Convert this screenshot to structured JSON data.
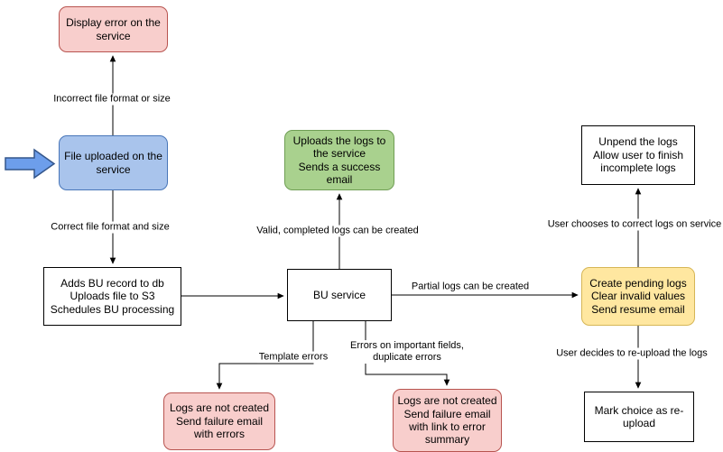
{
  "colors": {
    "pink_fill": "#f8cecc",
    "pink_border": "#b85450",
    "blue_fill": "#a9c4ec",
    "blue_border": "#4876b8",
    "green_fill": "#a9d18e",
    "green_border": "#6f9e54",
    "yellow_fill": "#ffe7a0",
    "yellow_border": "#d6b656",
    "white_fill": "#ffffff",
    "node_border_dark": "#000000",
    "arrow_color": "#000000",
    "pointer_fill": "#6d9eeb",
    "pointer_border": "#34568b",
    "text_color": "#000000"
  },
  "nodes": {
    "display_error": "Display error on the service",
    "file_uploaded": "File uploaded on the service",
    "adds_bu_record": "Adds BU record to db\nUploads file to S3\nSchedules BU processing",
    "bu_service": "BU service",
    "uploads_logs": "Uploads the logs to the service\nSends a success email",
    "unpend_logs": "Unpend the logs\nAllow user to finish incomplete logs",
    "create_pending": "Create pending logs\nClear invalid values\nSend resume email",
    "logs_not_created_template": "Logs are not created\nSend failure email with errors",
    "logs_not_created_fields": "Logs are not created\nSend failure email with link to error summary",
    "mark_reupload": "Mark choice as re-upload"
  },
  "edge_labels": {
    "incorrect_format": "Incorrect file format or size",
    "correct_format": "Correct file format and size",
    "valid_logs": "Valid, completed logs can be created",
    "partial_logs": "Partial logs can be created",
    "template_errors": "Template errors",
    "field_errors": "Errors on important fields,\nduplicate errors",
    "correct_on_service": "User chooses to correct logs on service",
    "reupload_decision": "User decides to re-upload the logs"
  }
}
